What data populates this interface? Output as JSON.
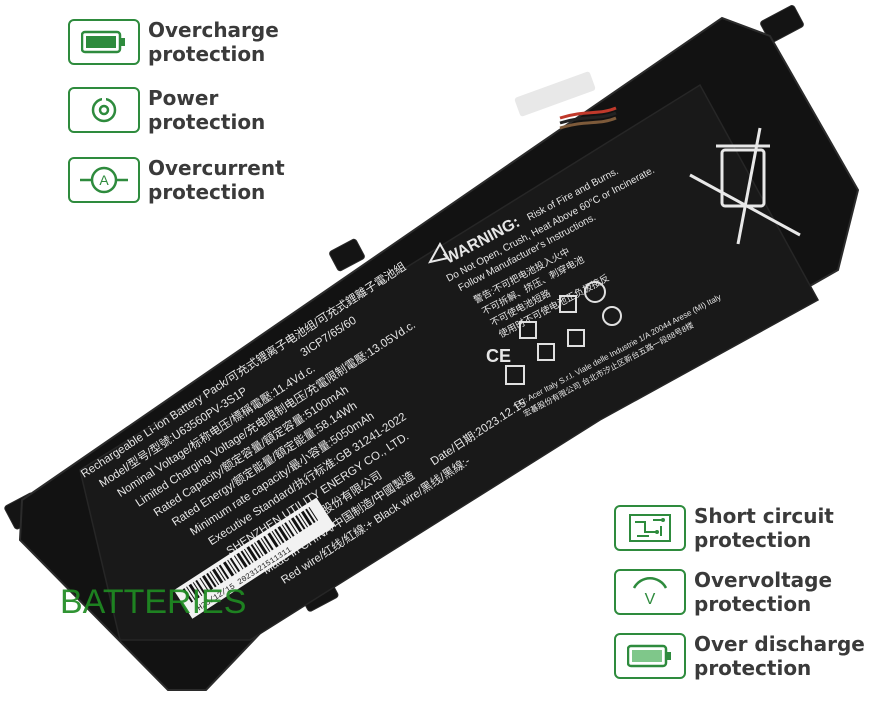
{
  "features_left": [
    {
      "line1": "Overcharge",
      "line2": "protection",
      "icon": "battery-full-icon"
    },
    {
      "line1": "Power",
      "line2": "protection",
      "icon": "power-icon"
    },
    {
      "line1": "Overcurrent",
      "line2": "protection",
      "icon": "ammeter-icon"
    }
  ],
  "features_right": [
    {
      "line1": "Short circuit",
      "line2": "protection",
      "icon": "circuit-board-icon"
    },
    {
      "line1": "Overvoltage",
      "line2": "protection",
      "icon": "voltage-icon"
    },
    {
      "line1": "Over discharge",
      "line2": "protection",
      "icon": "battery-low-icon"
    }
  ],
  "watermark": "BATTERIES",
  "battery_label": {
    "title": "Rechargeable Li-ion Battery Pack/可充式锂离子电池组/可充式鋰離子電池組",
    "model": "Model/型号/型號:U63560PV-3S1P",
    "cells": "3ICP7/65/60",
    "voltage": "Nominal Voltage/标称电压/標稱電壓:11.4Vd.c.",
    "charge_limit": "Limited Charging Voltage/充电限制电压/充電限制電壓:13.05Vd.c.",
    "capacity": "Rated Capacity/额定容量/額定容量:5100mAh",
    "energy": "Rated Energy/额定能量/額定能量:58.14Wh",
    "min_capacity": "Minimum rate capacity/最小容量:5050mAh",
    "standard": "Executive Standard/执行标准:GB 31241-2022",
    "maker": "SHENZHEN UTILITY ENERGY CO., LTD.",
    "maker_cn": "深圳市优特利能源股份有限公司",
    "origin": "Made in CHINA/中国制造/中國製造",
    "wires": "Red wire/红线/紅線:+  Black wire/黑线/黑線:-",
    "date": "Date/日期:2023.12.15",
    "barcode": "H23/12/15  2023121511311",
    "warning_title": "WARNING:",
    "warning_1": "Risk of Fire and Burns.",
    "warning_2": "Do Not Open, Crush, Heat Above 60°C or Incinerate.",
    "warning_3": "Follow Manufacturer's Instructions.",
    "warn_cn_1": "警告:不可把电池投入火中",
    "warn_cn_2": "不可拆解、挤压、刺穿电池",
    "warn_cn_3": "不可使电池短路",
    "warn_cn_4": "使用时不可使电池正负极接反",
    "eu": "EU: Acer Italy S.r.l. Viale delle Industrie 1/A 20044 Arese (MI) Italy",
    "cn_company": "宏碁股份有限公司 台北市汐止区新台五路一段88号8楼"
  }
}
